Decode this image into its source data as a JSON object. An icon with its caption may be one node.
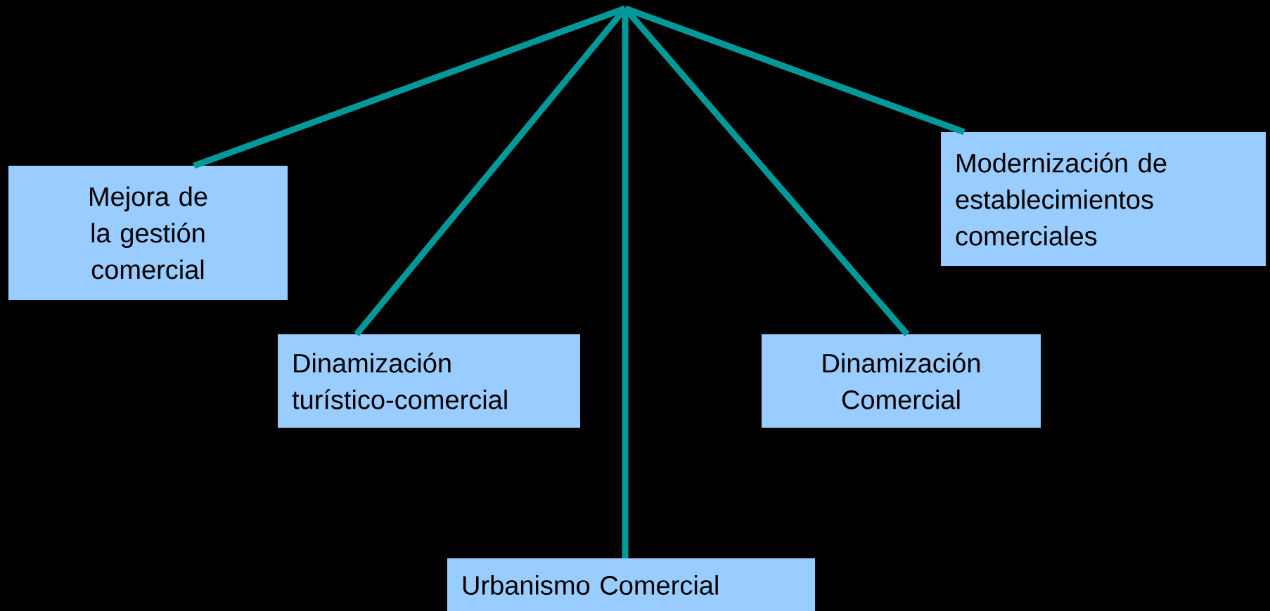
{
  "diagram": {
    "nodes": [
      {
        "text": [
          "Mejora de la gestión comercial"
        ]
      },
      {
        "text": [
          "Dinamización turístico-comercial"
        ]
      },
      {
        "text": [
          "Urbanismo Comercial"
        ]
      },
      {
        "text": [
          "Dinamización Comercial"
        ]
      },
      {
        "text": [
          "Modernización de establecimientos comerciales"
        ]
      }
    ],
    "edges": [
      {
        "from": null,
        "to": 0,
        "arrow": "none"
      },
      {
        "from": null,
        "to": 1,
        "arrow": "none"
      },
      {
        "from": null,
        "to": 2,
        "arrow": "none"
      },
      {
        "from": null,
        "to": 3,
        "arrow": "none"
      },
      {
        "from": null,
        "to": 4,
        "arrow": "none"
      }
    ]
  }
}
